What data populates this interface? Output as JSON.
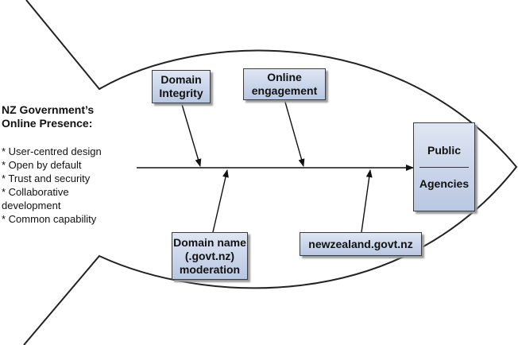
{
  "left_panel": {
    "title_lines": [
      "NZ Government’s",
      "Online Presence:"
    ],
    "items": [
      "* User-centred design",
      "* Open by default",
      "* Trust and security",
      "* Collaborative",
      "development",
      "* Common capability"
    ]
  },
  "boxes": {
    "domain_integrity": [
      "Domain",
      "Integrity"
    ],
    "online_engagement": [
      "Online",
      "engagement"
    ],
    "domain_name": [
      "Domain name",
      "(.govt.nz)",
      "moderation"
    ],
    "newzealand": [
      "newzealand.govt.nz"
    ],
    "public_agencies": [
      "Public",
      "Agencies"
    ]
  },
  "colors": {
    "box_fill_top": "#dfe6f3",
    "box_fill_bottom": "#b9c7e2",
    "outline": "#222222"
  }
}
